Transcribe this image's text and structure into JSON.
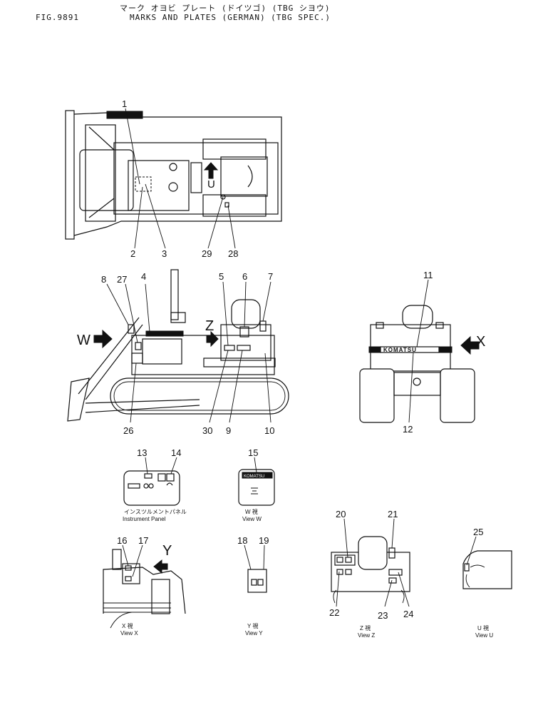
{
  "header": {
    "fig": "FIG.9891",
    "title_jp": "マーク オヨビ プレート (ドイツゴ) (TBG シヨウ)",
    "title_en": "MARKS AND PLATES (GERMAN) (TBG SPEC.)"
  },
  "callouts": {
    "top": [
      "1",
      "2",
      "3",
      "29",
      "28"
    ],
    "side": [
      "8",
      "27",
      "4",
      "5",
      "6",
      "7",
      "26",
      "30",
      "9",
      "10"
    ],
    "rear": [
      "11",
      "12"
    ],
    "panel": [
      "13",
      "14"
    ],
    "vieww": [
      "15"
    ],
    "viewx": [
      "16",
      "17"
    ],
    "viewy": [
      "18",
      "19"
    ],
    "viewz": [
      "20",
      "21",
      "22",
      "23",
      "24"
    ],
    "viewu": [
      "25"
    ]
  },
  "markers": {
    "w": "W",
    "x": "X",
    "y": "Y",
    "z": "Z",
    "u": "U"
  },
  "plates": {
    "komatsu_rear": "KOMATSU",
    "komatsu_w": "KOMATSU"
  },
  "captions": {
    "panel_jp": "インスツルメントパネル",
    "panel_en": "Instrument Panel",
    "w_jp": "W 視",
    "w_en": "View W",
    "x_jp": "X 視",
    "x_en": "View X",
    "y_jp": "Y 視",
    "y_en": "View Y",
    "z_jp": "Z 視",
    "z_en": "View Z",
    "u_jp": "U 視",
    "u_en": "View U"
  }
}
